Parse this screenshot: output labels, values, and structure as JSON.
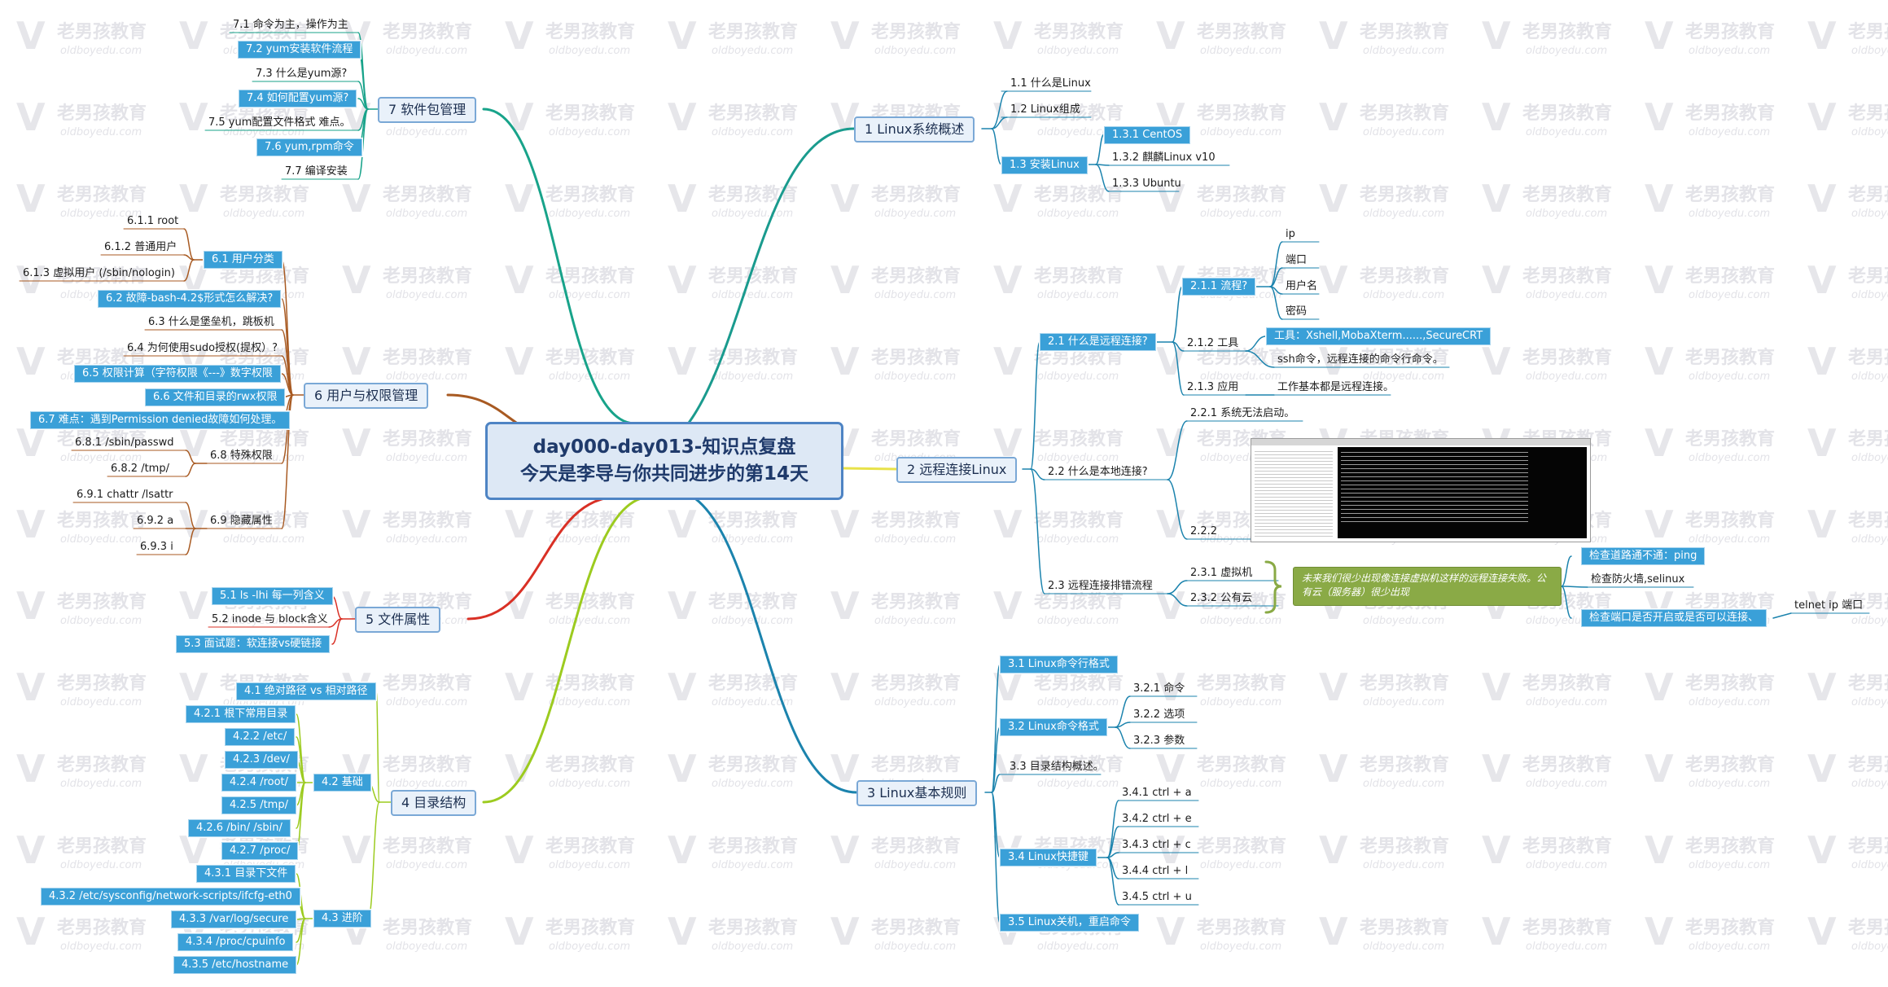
{
  "root": {
    "line1": "day000-day013-知识点复盘",
    "line2": "今天是李导与你共同进步的第14天"
  },
  "watermark": {
    "brand": "老男孩教育",
    "domain": "oldboyedu.com"
  },
  "branches": {
    "b1": {
      "label": "1 Linux系统概述",
      "n1_1": "1.1  什么是Linux",
      "n1_2": "1.2  Linux组成",
      "n1_3": "1.3  安装Linux",
      "n1_3_1": "1.3.1  CentOS",
      "n1_3_2": "1.3.2  麒麟Linux v10",
      "n1_3_3": "1.3.3  Ubuntu"
    },
    "b2": {
      "label": "2 远程连接Linux",
      "n2_1": "2.1  什么是远程连接?",
      "n2_1_1": "2.1.1  流程?",
      "ip": "ip",
      "port": "端口",
      "user": "用户名",
      "pwd": "密码",
      "n2_1_2": "2.1.2  工具",
      "tools": "工具：Xshell,MobaXterm......,SecureCRT",
      "ssh": "ssh命令，远程连接的命令行命令。",
      "n2_1_3": "2.1.3  应用",
      "app": "工作基本都是远程连接。",
      "n2_2": "2.2  什么是本地连接?",
      "n2_2_1": "2.2.1  系统无法启动。",
      "n2_2_2": "2.2.2",
      "n2_3": "2.3  远程连接排错流程",
      "n2_3_1": "2.3.1  虚拟机",
      "n2_3_2": "2.3.2  公有云",
      "note": "未来我们很少出现像连接虚拟机这样的远程连接失败。公有云（服务器）很少出现",
      "check1": "检查道路通不通：ping",
      "check2": "检查防火墙,selinux",
      "check3": "检查端口是否开启或是否可以连接、",
      "telnet": "telnet ip  端口"
    },
    "b3": {
      "label": "3 Linux基本规则",
      "n3_1": "3.1  Linux命令行格式",
      "n3_2": "3.2  Linux命令格式",
      "n3_2_1": "3.2.1  命令",
      "n3_2_2": "3.2.2  选项",
      "n3_2_3": "3.2.3  参数",
      "n3_3": "3.3  目录结构概述。",
      "n3_4": "3.4  Linux快捷键",
      "n3_4_1": "3.4.1  ctrl + a",
      "n3_4_2": "3.4.2  ctrl + e",
      "n3_4_3": "3.4.3  ctrl + c",
      "n3_4_4": "3.4.4  ctrl + l",
      "n3_4_5": "3.4.5  ctrl + u",
      "n3_5": "3.5  Linux关机，重启命令"
    },
    "b4": {
      "label": "4 目录结构",
      "n4_1": "4.1  绝对路径 vs 相对路径",
      "n4_2": "4.2  基础",
      "n4_2_1": "4.2.1  根下常用目录",
      "n4_2_2": "4.2.2  /etc/",
      "n4_2_3": "4.2.3  /dev/",
      "n4_2_4": "4.2.4  /root/",
      "n4_2_5": "4.2.5  /tmp/",
      "n4_2_6": "4.2.6  /bin/  /sbin/",
      "n4_2_7": "4.2.7  /proc/",
      "n4_3": "4.3  进阶",
      "n4_3_1": "4.3.1  目录下文件",
      "n4_3_2": "4.3.2  /etc/sysconfig/network-scripts/ifcfg-eth0",
      "n4_3_3": "4.3.3  /var/log/secure",
      "n4_3_4": "4.3.4  /proc/cpuinfo",
      "n4_3_5": "4.3.5  /etc/hostname"
    },
    "b5": {
      "label": "5 文件属性",
      "n5_1": "5.1  ls -lhi 每一列含义",
      "n5_2": "5.2  inode 与 block含义",
      "n5_3": "5.3  面试题：软连接vs硬链接"
    },
    "b6": {
      "label": "6 用户与权限管理",
      "n6_1": "6.1  用户分类",
      "n6_1_1": "6.1.1  root",
      "n6_1_2": "6.1.2  普通用户",
      "n6_1_3": "6.1.3  虚拟用户   (/sbin/nologin)",
      "n6_2": "6.2  故障-bash-4.2$形式怎么解决?",
      "n6_3": "6.3  什么是堡垒机，跳板机",
      "n6_4": "6.4  为何使用sudo授权(提权）?",
      "n6_5": "6.5  权限计算（字符权限《---》数字权限",
      "n6_6": "6.6  文件和目录的rwx权限",
      "n6_7": "6.7  难点：遇到Permission denied故障如何处理。",
      "n6_8": "6.8  特殊权限",
      "n6_8_1": "6.8.1  /sbin/passwd",
      "n6_8_2": "6.8.2  /tmp/",
      "n6_9": "6.9  隐藏属性",
      "n6_9_1": "6.9.1  chattr /lsattr",
      "n6_9_2": "6.9.2  a",
      "n6_9_3": "6.9.3  i"
    },
    "b7": {
      "label": "7 软件包管理",
      "n7_1": "7.1  命令为主，操作为主",
      "n7_2": "7.2  yum安装软件流程",
      "n7_3": "7.3  什么是yum源?",
      "n7_4": "7.4  如何配置yum源?",
      "n7_5": "7.5  yum配置文件格式 难点。",
      "n7_6": "7.6  yum,rpm命令",
      "n7_7": "7.7  编译安装"
    }
  },
  "colors": {
    "b1": "#1a9b8e",
    "b2": "#e8e24a",
    "b3": "#1b83ad",
    "b4": "#9ccb1f",
    "b5": "#d93025",
    "b6": "#a85a22",
    "b7": "#18a38a",
    "blue_node": "#3aa0d8",
    "note": "#8aaa46",
    "root_border": "#4e84c4"
  }
}
